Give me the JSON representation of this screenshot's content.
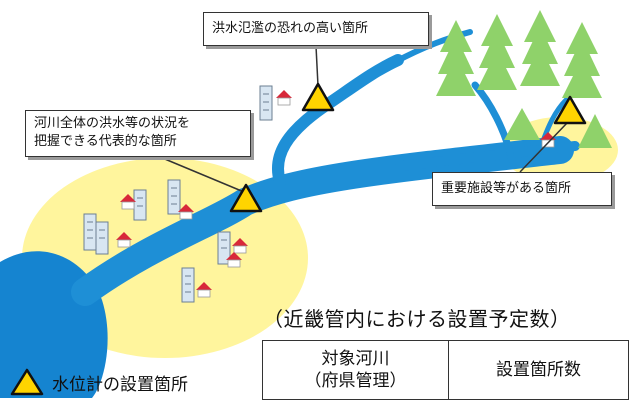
{
  "callouts": {
    "flood_risk": "洪水氾濫の恐れの高い箇所",
    "river_overall_line1": "河川全体の洪水等の状況を",
    "river_overall_line2": "把握できる代表的な箇所",
    "important_facility": "重要施設等がある箇所"
  },
  "plan": {
    "heading": "（近畿管内における設置予定数）",
    "col_river_line1": "対象河川",
    "col_river_line2": "（府県管理）",
    "col_count": "設置箇所数"
  },
  "legend": {
    "label": "水位計の設置箇所",
    "icon": "warning-triangle-icon"
  },
  "colors": {
    "river": "#1e8fd6",
    "sea": "#1584d0",
    "zone": "#fff59d",
    "marker": "#ffd400",
    "tree": "#8fd26a",
    "roof": "#d8283a"
  }
}
